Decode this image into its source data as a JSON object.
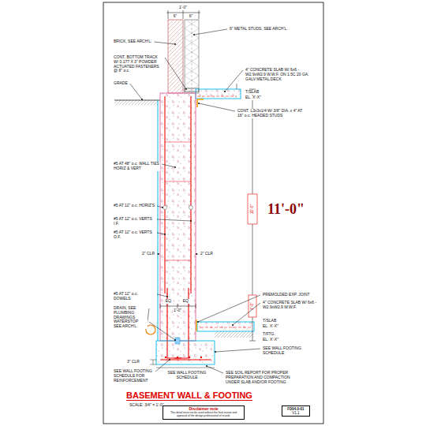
{
  "diagram": {
    "title": "BASEMENT WALL & FOOTING",
    "nodes": [
      {
        "text": [
          "Disclaimer note",
          "This detail must not be used without the final review and approval of the design professional of record."
        ]
      },
      {
        "text": [
          "FD04.0-01",
          "V1.1"
        ]
      }
    ],
    "labels": [
      "1'-0\"",
      "6\"",
      "6\"",
      "BRICK, SEE ARCH'L.",
      "6\" METAL STUDS, SEE ARCH'L.",
      "CONT. BOTTOM TRACK W/ 0.177 X 3\" POWDER ACTUATED FASTENERS @ 8\" o.c.",
      "GRADE",
      "4\" CONCRETE SLAB W/ 6x6 - W2.9xW2.9 W.W.F. ON 1.5C 20 GA. GALV METAL DECK",
      "T/SLAB",
      "EL. X'-X\"",
      "CONT. L3x3x1/4 W/ 3/8\" DIA. x 4\" AT 16\" o.c. HEADED STUDS",
      "#5 AT 48\" o.c. WALL TIES HORIZ & VERT",
      "#5 AT 12\" o.c. HORIZ'S",
      "#5 AT 12\" o.c. VERTS I.F.",
      "#5 AT 12\" o.c. VERTS O.F.",
      "2\" CLR",
      "2\" CLR",
      "#5 AT 12\" o.c. DOWELS",
      "11'-0\"",
      "11'-0\"",
      "EQ.",
      "EQ.",
      "1'-0\"",
      "1'-0\"",
      "PREMOLDED EXP. JOINT",
      "4\" CONCRETE SLAB W/ 6x6 - W2.9xW2.9 W.W.F.",
      "T/SLAB",
      "EL. X'-X\"",
      "T/FTG.",
      "EL. X'-X\"",
      "SEE WALL FOOTING SCHEDULE",
      "DRAIN, SEE PLUMBING DRAWINGS",
      "WATERSTOP SEE ARCH'L.",
      "3\" CLR",
      "SEE WALL FOOTING SCHEDULE FOR REINFORCEMENT",
      "SEE WALL FOOTING SCHEDULE",
      "SEE SOIL REPORT FOR PROPER PREPARATION AND COMPACTION UNDER SLAB AND/OR FOOTING",
      "SCALE: 3/4\" = 1'-0\""
    ]
  }
}
